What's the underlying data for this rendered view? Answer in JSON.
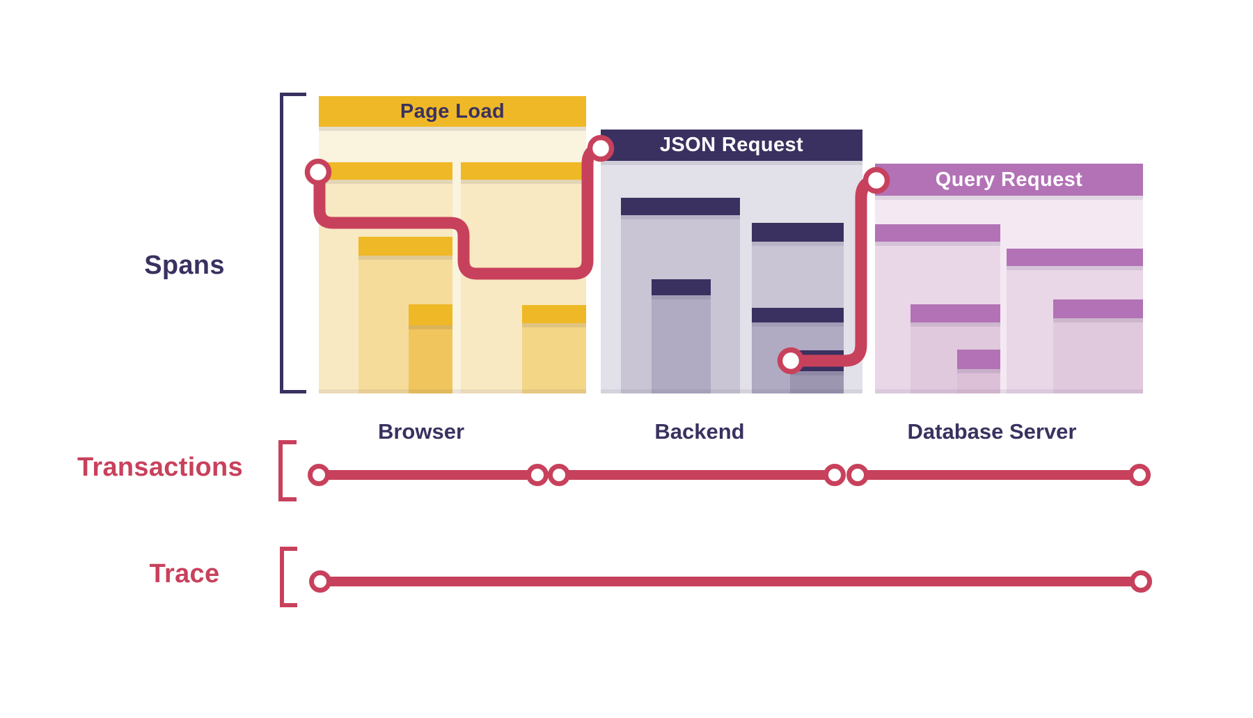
{
  "rows": {
    "spans": {
      "label": "Spans"
    },
    "transactions": {
      "label": "Transactions"
    },
    "trace": {
      "label": "Trace"
    }
  },
  "panels": [
    {
      "id": "browser",
      "title": "Page Load",
      "caption": "Browser"
    },
    {
      "id": "backend",
      "title": "JSON Request",
      "caption": "Backend"
    },
    {
      "id": "database",
      "title": "Query Request",
      "caption": "Database Server"
    }
  ],
  "colors": {
    "navy": "#3A3160",
    "crimson": "#C8415C",
    "gold": "#EFB826",
    "purple": "#B272B5",
    "header_text_light": "#FFFFFF",
    "yellow_l1": "#FAF3DE",
    "yellow_l2": "#F8E9C2",
    "yellow_l3": "#F5DC9B",
    "yellow_l3b": "#F4D687",
    "yellow_l4": "#F0C55E",
    "gray_l1": "#E2E0E8",
    "gray_l2": "#C9C5D5",
    "gray_l3": "#B0ABC3",
    "gray_l4": "#9C96B1",
    "pink_l1": "#F4E9F3",
    "pink_l2": "#E9D7E8",
    "pink_l3": "#E0C9DD",
    "pink_l4": "#DCC0D8"
  }
}
